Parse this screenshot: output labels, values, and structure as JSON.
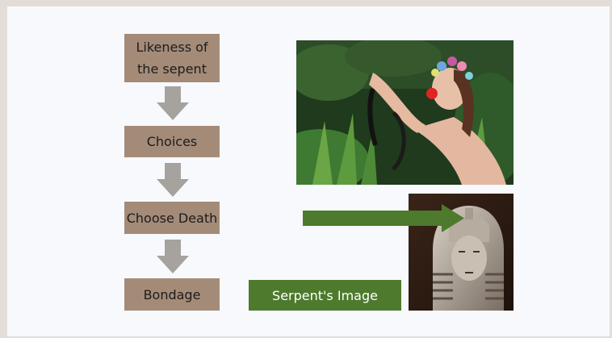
{
  "flow": {
    "steps": [
      {
        "label": "Likeness of\nthe sepent"
      },
      {
        "label": "Choices"
      },
      {
        "label": "Choose Death"
      },
      {
        "label": "Bondage"
      }
    ]
  },
  "callout": {
    "label": "Serpent's Image"
  },
  "colors": {
    "background": "#f8f9fd",
    "frame": "#e3ddd8",
    "step_box": "#a48b78",
    "flow_arrow": "#a6a39e",
    "callout": "#4d7a2c",
    "pointer_arrow": "#4d7a2c"
  },
  "images": {
    "top": "photo-woman-with-serpent-and-apple",
    "bottom": "photo-pharaoh-statue"
  }
}
